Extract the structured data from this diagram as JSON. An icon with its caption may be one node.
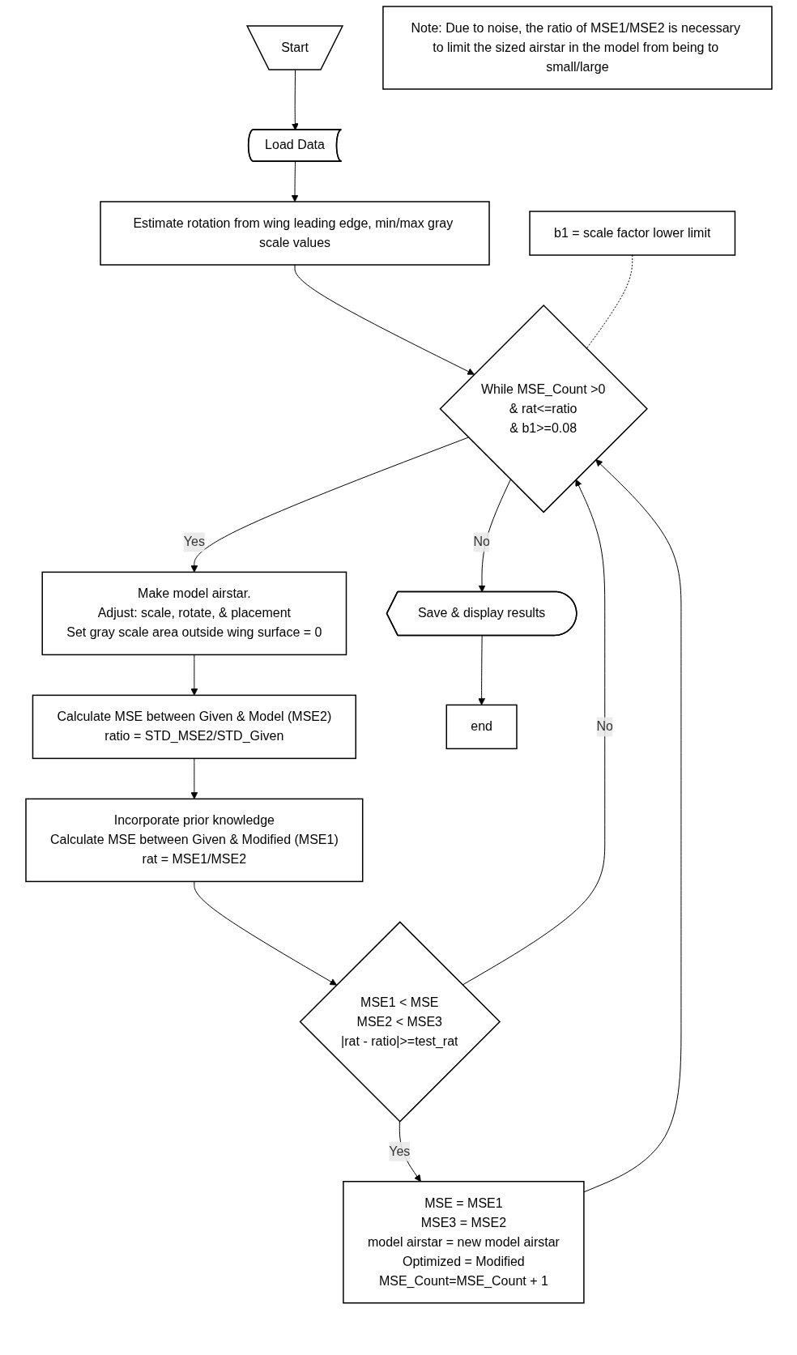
{
  "diagram": {
    "nodes": [
      {
        "text": [
          "Start"
        ]
      },
      {
        "text": [
          "Load Data"
        ]
      },
      {
        "text": [
          "Estimate rotation from wing leading edge, min/max gray scale values"
        ]
      },
      {
        "text": [
          "While MSE_Count >0",
          "& rat<=ratio",
          "& b1>=0.08"
        ]
      },
      {
        "text": [
          "b1 = scale factor lower limit"
        ]
      },
      {
        "text": [
          "Make model airstar.",
          "Adjust: scale, rotate, & placement",
          "Set gray scale area outside wing surface = 0"
        ]
      },
      {
        "text": [
          "Calculate MSE between Given & Model (MSE2)",
          "ratio = STD_MSE2/STD_Given"
        ]
      },
      {
        "text": [
          "Incorporate prior knowledge",
          "Calculate MSE between Given & Modified (MSE1)",
          "rat = MSE1/MSE2"
        ]
      },
      {
        "text": [
          "MSE1 < MSE",
          "MSE2 < MSE3",
          "|rat - ratio|>=test_rat"
        ]
      },
      {
        "text": [
          "MSE = MSE1",
          "MSE3 = MSE2",
          "model airstar = new model airstar",
          "Optimized = Modified",
          "MSE_Count=MSE_Count + 1"
        ]
      },
      {
        "text": [
          "Save & display results"
        ]
      },
      {
        "text": [
          "end"
        ]
      },
      {
        "text": [
          "Note: Due to noise, the ratio of MSE1/MSE2 is necessary to limit the sized airstar in the model from being to small/large"
        ]
      }
    ],
    "edges": [
      {
        "from": 0,
        "to": 1,
        "arrow": "to"
      },
      {
        "from": 1,
        "to": 2,
        "arrow": "to"
      },
      {
        "from": 2,
        "to": 3,
        "arrow": "to"
      },
      {
        "from": 4,
        "to": 3,
        "arrow": "none",
        "style": "dashed"
      },
      {
        "from": 3,
        "to": 5,
        "arrow": "to",
        "label": "Yes"
      },
      {
        "from": 3,
        "to": 10,
        "arrow": "to",
        "label": "No"
      },
      {
        "from": 5,
        "to": 6,
        "arrow": "to"
      },
      {
        "from": 6,
        "to": 7,
        "arrow": "to"
      },
      {
        "from": 7,
        "to": 8,
        "arrow": "to"
      },
      {
        "from": 8,
        "to": 9,
        "arrow": "to",
        "label": "Yes"
      },
      {
        "from": 8,
        "to": 3,
        "arrow": "to",
        "label": "No"
      },
      {
        "from": 9,
        "to": 3,
        "arrow": "to"
      },
      {
        "from": 10,
        "to": 11,
        "arrow": "to"
      }
    ]
  }
}
